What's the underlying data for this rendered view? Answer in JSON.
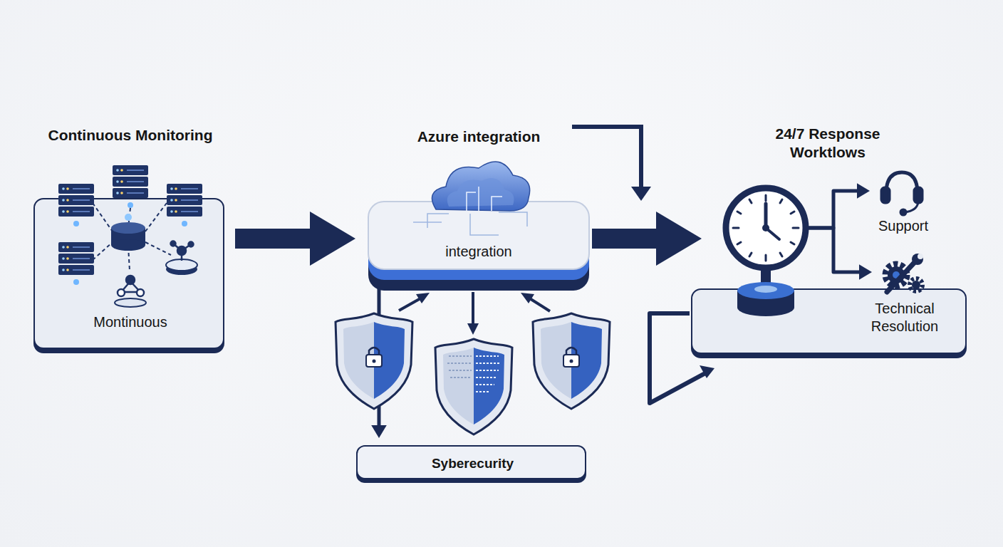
{
  "diagram": {
    "nodes": [
      {
        "text": [
          "Continuous Monitoring",
          "Montinuous"
        ]
      },
      {
        "text": [
          "Azure integration",
          "integration"
        ]
      },
      {
        "text": [
          "24/7 Response Worktlows"
        ]
      },
      {
        "text": [
          "Support"
        ]
      },
      {
        "text": [
          "Technical Resolution"
        ],
        "in": 2
      },
      {
        "text": [
          "Syberecurity"
        ]
      }
    ],
    "edges": [
      {
        "from": 0,
        "to": 1,
        "arrow": "to"
      },
      {
        "from": 1,
        "to": 2,
        "arrow": "to"
      },
      {
        "from": 2,
        "to": 3,
        "arrow": "to"
      },
      {
        "from": 2,
        "to": 4,
        "arrow": "to"
      },
      {
        "from": 1,
        "to": 5,
        "arrow": "to"
      }
    ]
  }
}
